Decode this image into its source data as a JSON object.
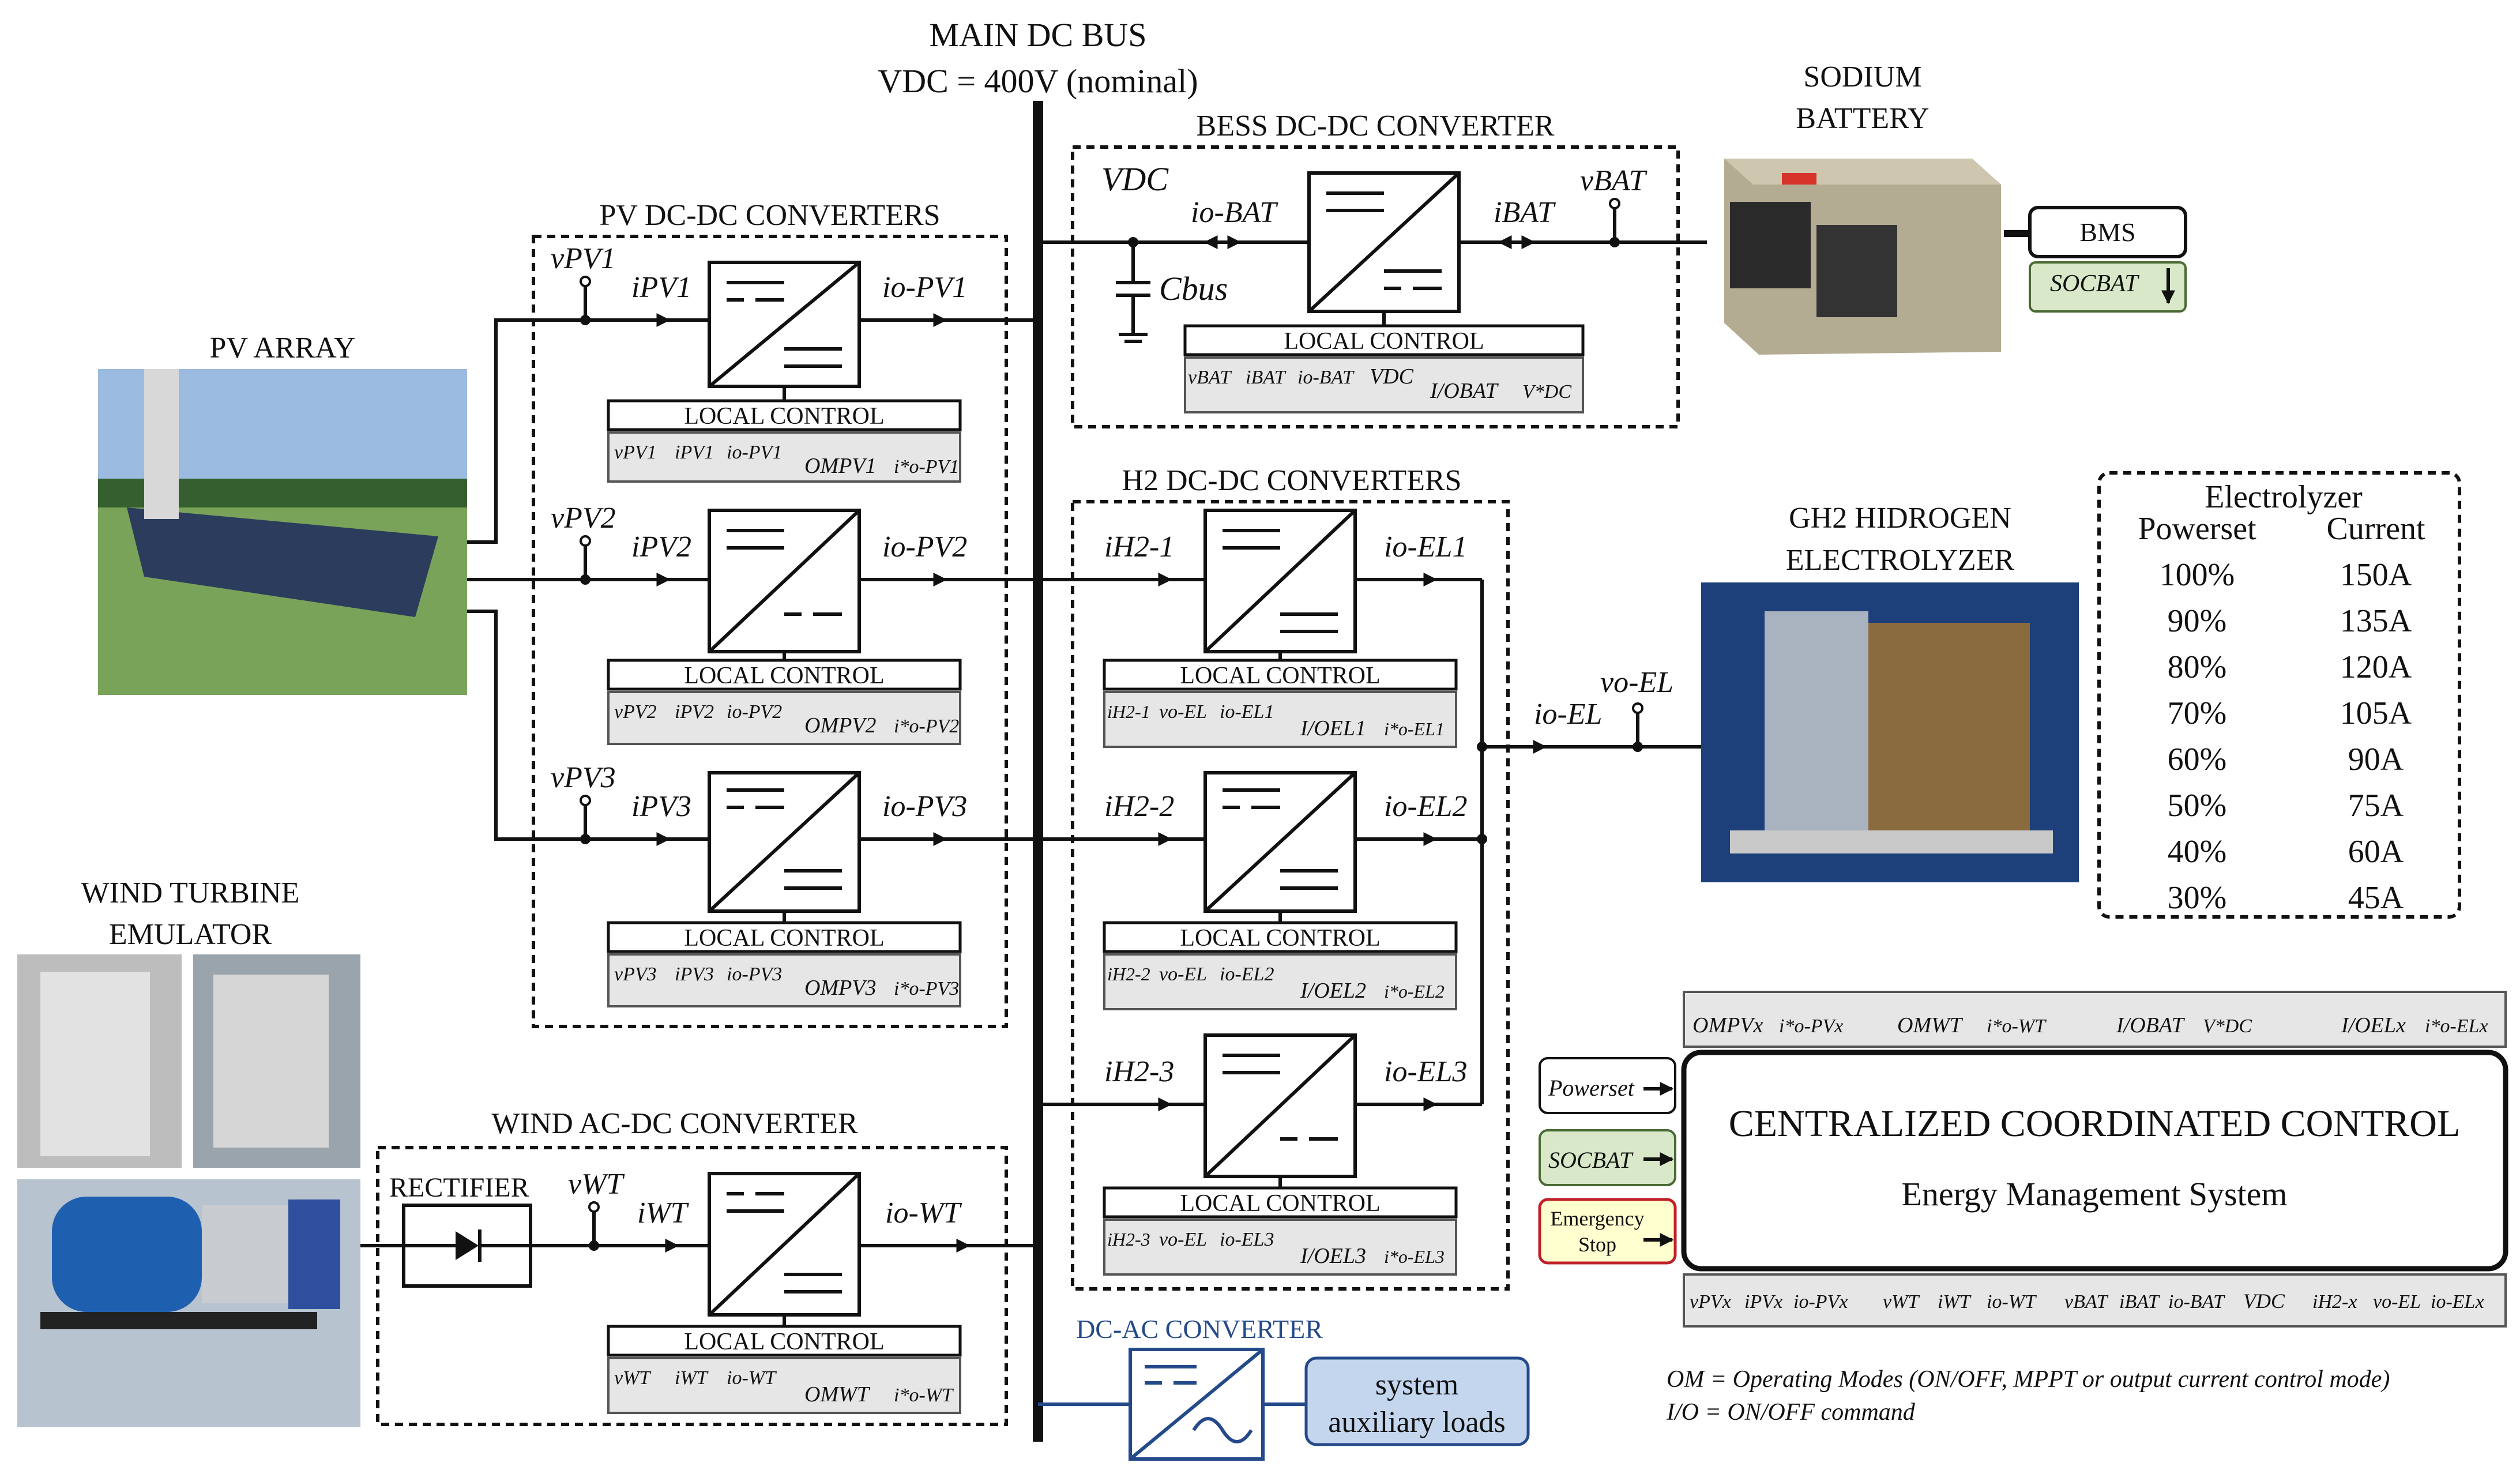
{
  "bus": {
    "title": "MAIN DC BUS",
    "voltage": "VDC = 400V (nominal)"
  },
  "pv": {
    "array_title": "PV ARRAY",
    "box_title": "PV DC-DC CONVERTERS",
    "channels": [
      {
        "v": "vPV1",
        "i": "iPV1",
        "io": "io-PV1",
        "meas": [
          "vPV1",
          "iPV1",
          "io-PV1",
          "OMPV1",
          "i*o-PV1"
        ]
      },
      {
        "v": "vPV2",
        "i": "iPV2",
        "io": "io-PV2",
        "meas": [
          "vPV2",
          "iPV2",
          "io-PV2",
          "OMPV2",
          "i*o-PV2"
        ]
      },
      {
        "v": "vPV3",
        "i": "iPV3",
        "io": "io-PV3",
        "meas": [
          "vPV3",
          "iPV3",
          "io-PV3",
          "OMPV3",
          "i*o-PV3"
        ]
      }
    ]
  },
  "local_control": "LOCAL CONTROL",
  "bess": {
    "box_title": "BESS DC-DC CONVERTER",
    "vdc": "VDC",
    "io": "io-BAT",
    "i": "iBAT",
    "v": "vBAT",
    "cap": "Cbus",
    "meas": [
      "vBAT",
      "iBAT",
      "io-BAT",
      "VDC",
      "I/OBAT",
      "V*DC"
    ]
  },
  "battery": {
    "title_l1": "SODIUM",
    "title_l2": "BATTERY",
    "bms": "BMS",
    "soc": "SOCBAT"
  },
  "h2": {
    "box_title": "H2 DC-DC CONVERTERS",
    "channels": [
      {
        "i": "iH2-1",
        "io": "io-EL1",
        "meas": [
          "iH2-1",
          "vo-EL",
          "io-EL1",
          "I/OEL1",
          "i*o-EL1"
        ]
      },
      {
        "i": "iH2-2",
        "io": "io-EL2",
        "meas": [
          "iH2-2",
          "vo-EL",
          "io-EL2",
          "I/OEL2",
          "i*o-EL2"
        ]
      },
      {
        "i": "iH2-3",
        "io": "io-EL3",
        "meas": [
          "iH2-3",
          "vo-EL",
          "io-EL3",
          "I/OEL3",
          "i*o-EL3"
        ]
      }
    ],
    "io_el": "io-EL",
    "vo_el": "vo-EL"
  },
  "electrolyzer": {
    "title_l1": "GH2 HIDROGEN",
    "title_l2": "ELECTROLYZER"
  },
  "table": {
    "title": "Electrolyzer",
    "headers": [
      "Powerset",
      "Current"
    ],
    "rows": [
      [
        "100%",
        "150A"
      ],
      [
        "90%",
        "135A"
      ],
      [
        "80%",
        "120A"
      ],
      [
        "70%",
        "105A"
      ],
      [
        "60%",
        "90A"
      ],
      [
        "50%",
        "75A"
      ],
      [
        "40%",
        "60A"
      ],
      [
        "30%",
        "45A"
      ]
    ]
  },
  "wind": {
    "title_l1": "WIND TURBINE",
    "title_l2": "EMULATOR",
    "box_title": "WIND AC-DC CONVERTER",
    "rectifier": "RECTIFIER",
    "v": "vWT",
    "i": "iWT",
    "io": "io-WT",
    "meas": [
      "vWT",
      "iWT",
      "io-WT",
      "OMWT",
      "i*o-WT"
    ]
  },
  "dcac": {
    "title": "DC-AC CONVERTER",
    "load_l1": "system",
    "load_l2": "auxiliary loads"
  },
  "ccc": {
    "title": "CENTRALIZED COORDINATED CONTROL",
    "subtitle": "Energy Management System",
    "inputs": [
      "Powerset",
      "SOCBAT",
      "Emergency",
      "Stop"
    ],
    "top": [
      "OMPVx",
      "i*o-PVx",
      "OMWT",
      "i*o-WT",
      "I/OBAT",
      "V*DC",
      "I/OELx",
      "i*o-ELx"
    ],
    "bottom": [
      "vPVx",
      "iPVx",
      "io-PVx",
      "vWT",
      "iWT",
      "io-WT",
      "vBAT",
      "iBAT",
      "io-BAT",
      "VDC",
      "iH2-x",
      "vo-EL",
      "io-ELx"
    ]
  },
  "notes": {
    "om": "OM = Operating Modes (ON/OFF, MPPT or output current control mode)",
    "io": "I/O = ON/OFF command"
  }
}
